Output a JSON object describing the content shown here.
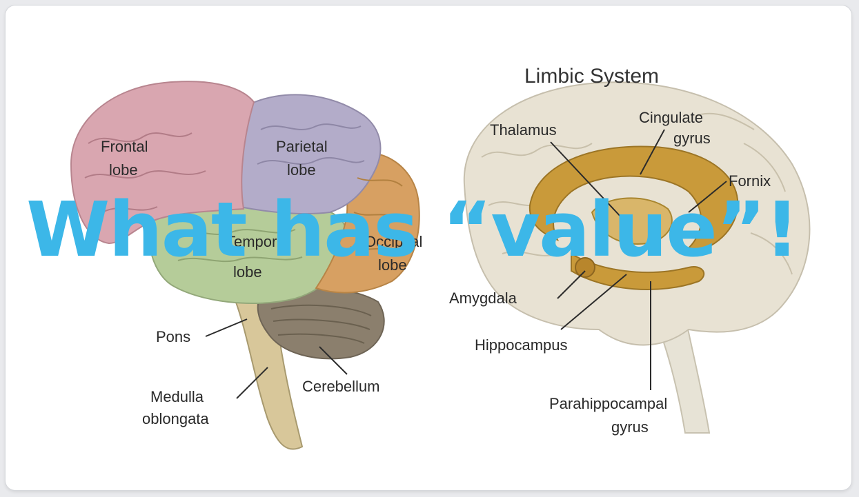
{
  "overlay_text": "What has “value”!",
  "left_brain": {
    "frontal_lobe": [
      "Frontal",
      "lobe"
    ],
    "parietal_lobe": [
      "Parietal",
      "lobe"
    ],
    "temporal_lobe": [
      "Tempora",
      "lobe"
    ],
    "occipital_lobe": [
      "Occipital",
      "lobe"
    ],
    "pons": "Pons",
    "medulla": [
      "Medulla",
      "oblongata"
    ],
    "cerebellum": "Cerebellum"
  },
  "right_brain": {
    "title": "Limbic System",
    "thalamus": "Thalamus",
    "cingulate_gyrus": [
      "Cingulate",
      "gyrus"
    ],
    "fornix": "Fornix",
    "amygdala": "Amygdala",
    "hippocampus": "Hippocampus",
    "parahippocampal_gyrus": [
      "Parahippocampal",
      "gyrus"
    ]
  },
  "colors": {
    "frontal": "#d9a6b0",
    "parietal": "#b3acc9",
    "temporal": "#b5cc99",
    "occipital": "#d7a062",
    "cerebellum": "#8b7f6d",
    "brainstem": "#d8c79a",
    "limbic_brain": "#e8e2d3",
    "limbic_structure": "#c99a3a",
    "overlay": "#3cb7e8"
  }
}
